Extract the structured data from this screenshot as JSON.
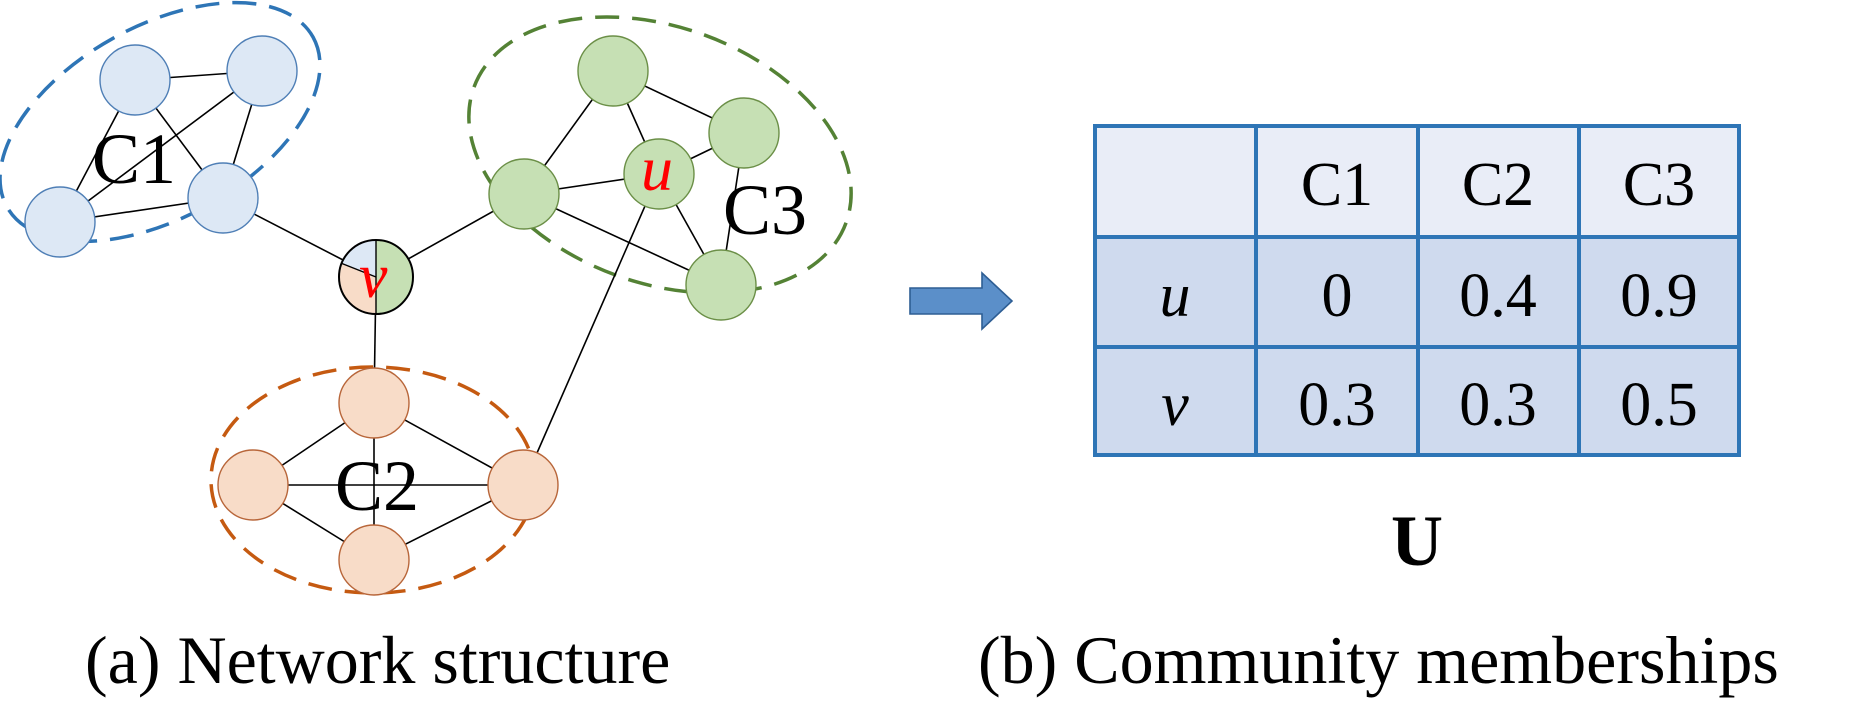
{
  "panel_a": {
    "communities": [
      {
        "id": "c1",
        "label": "C1",
        "color": "#2e75b6"
      },
      {
        "id": "c2",
        "label": "C2",
        "color": "#c55a11"
      },
      {
        "id": "c3",
        "label": "C3",
        "color": "#548235"
      }
    ],
    "node_u": "u",
    "node_v": "v",
    "caption": "(a) Network structure"
  },
  "panel_b": {
    "table": {
      "columns": [
        "",
        "C1",
        "C2",
        "C3"
      ],
      "rows": [
        {
          "label": "u",
          "values": [
            "0",
            "0.4",
            "0.9"
          ]
        },
        {
          "label": "v",
          "values": [
            "0.3",
            "0.3",
            "0.5"
          ]
        }
      ]
    },
    "matrix_name": "U",
    "caption": "(b) Community memberships"
  },
  "colors": {
    "table_border": "#2e75b6",
    "table_header_fill": "#e9edf7",
    "table_body_fill": "#cfdaee",
    "arrow_fill": "#5b8fc9",
    "highlight_text": "#ff0000"
  }
}
